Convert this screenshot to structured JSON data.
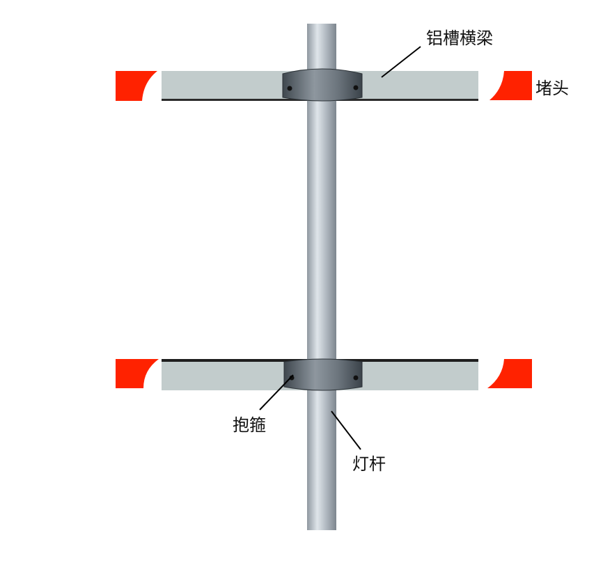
{
  "labels": {
    "crossbar": "铝槽横梁",
    "end_cap": "堵头",
    "clamp": "抱箍",
    "pole": "灯杆"
  },
  "colors": {
    "end_cap": "#ff2200",
    "crossbar": "#c2cccc",
    "pole": "#a7b0b8",
    "clamp": "#5e6870",
    "background": "#ffffff"
  }
}
